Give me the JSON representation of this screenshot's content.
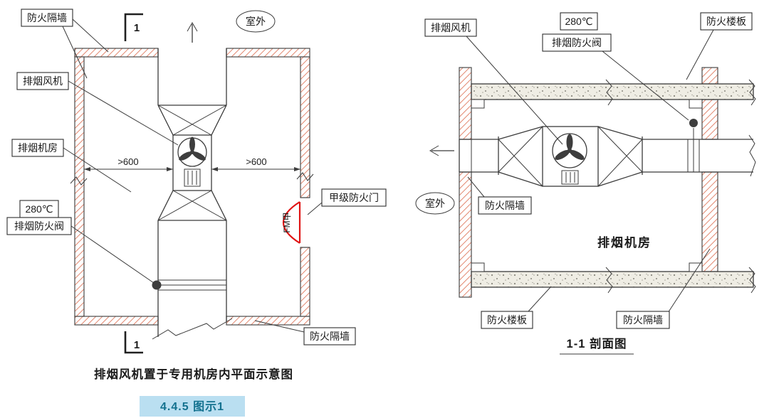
{
  "figure": {
    "badge": "4.4.5 图示1"
  },
  "colors": {
    "wall_hatch": "#e2876f",
    "door_red": "#e01414",
    "slab_fill": "#efede4",
    "line": "#3b3b3b",
    "badge_bg": "#badff1",
    "badge_text": "#13718f"
  },
  "plan_view": {
    "caption": "排烟风机置于专用机房内平面示意图",
    "labels": {
      "fire_partition_wall": "防火隔墙",
      "smoke_exhaust_fan": "排烟风机",
      "smoke_exhaust_room": "排烟机房",
      "damper_temp": "280℃",
      "smoke_fire_damper": "排烟防火阀",
      "outdoor": "室外",
      "class_a_fire_door": "甲级防火门",
      "door_mark": "FM甲",
      "fire_partition_wall_bottom": "防火隔墙",
      "clearance_left": ">600",
      "clearance_right": ">600",
      "section_mark_top": "1",
      "section_mark_bottom": "1"
    }
  },
  "section_view": {
    "caption": "1-1 剖面图",
    "labels": {
      "smoke_exhaust_fan": "排烟风机",
      "damper_temp": "280℃",
      "smoke_fire_damper": "排烟防火阀",
      "fire_floor_slab_top": "防火楼板",
      "outdoor": "室外",
      "fire_partition_wall_left": "防火隔墙",
      "smoke_exhaust_room": "排烟机房",
      "fire_floor_slab_bottom": "防火楼板",
      "fire_partition_wall_right": "防火隔墙"
    }
  }
}
